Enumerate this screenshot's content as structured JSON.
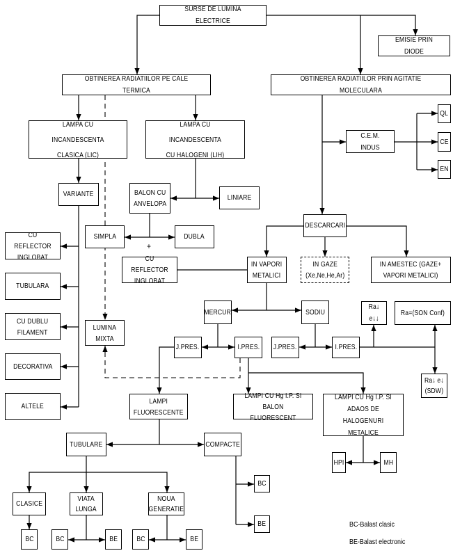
{
  "title": "SURSE DE LUMINA ELECTRICE",
  "nodes": {
    "root": "SURSE DE LUMINA ELECTRICE",
    "diode": "EMISIE PRIN DIODE",
    "thermal": "OBTINEREA RADIATIILOR PE CALE TERMICA",
    "molecular": "OBTINEREA RADIATIILOR PRIN AGITATIE MOLECULARA",
    "lic": "LAMPA CU INCANDESCENTA\nCLASICA (LIC)",
    "lih": "LAMPA CU INCANDESCENTA\nCU HALOGENI (LIH)",
    "variante": "VARIANTE",
    "balon": "BALON CU\nANVELOPA",
    "liniare": "LINIARE",
    "simpla": "SIMPLA",
    "dubla": "DUBLA",
    "plus": "+",
    "reflector_mid": "CU REFLECTOR\nINGLOBAT",
    "reflector_left": "CU REFLECTOR\nINGLOBAT",
    "tubulara": "TUBULARA",
    "dublu_filament": "CU DUBLU\nFILAMENT",
    "decorativa": "DECORATIVA",
    "altele": "ALTELE",
    "lumina_mixta": "LUMINA\nMIXTA",
    "cem": "C.E.M. INDUS",
    "ql": "QL",
    "ce": "CE",
    "en": "EN",
    "descarcari": "DESCARCARI",
    "vapori": "IN VAPORI\nMETALICI",
    "gaze": "IN GAZE\n(Xe,Ne,He,Ar)",
    "amestec": "IN AMESTEC (GAZE+\nVAPORI METALICI)",
    "mercur": "MERCUR",
    "sodiu": "SODIU",
    "ra_low_eff": "Ra↓ e↓↓",
    "ra_son": "Ra=(SON Conf)",
    "hg_jpres": "J.PRES.",
    "hg_ipres": "I.PRES.",
    "na_jpres": "J.PRES.",
    "na_ipres": "I.PRES.",
    "ra_sdw": "Ra↓ e↓\n(SDW)",
    "fluorescente": "LAMPI\nFLUORESCENTE",
    "hg_balon": "LAMPI CU Hg I.P. SI\nBALON FLUORESCENT",
    "hg_halogenuri": "LAMPI CU Hg I.P. SI\nADAOS DE HALOGENURI\nMETALICE",
    "tubulare": "TUBULARE",
    "compacte": "COMPACTE",
    "clasice": "CLASICE",
    "viata_lunga": "VIATA\nLUNGA",
    "noua_generatie": "NOUA\nGENERATIE",
    "hpi": "HPI",
    "mh": "MH",
    "compacte_bc": "BC",
    "compacte_be": "BE",
    "clasice_bc": "BC",
    "viata_bc": "BC",
    "viata_be": "BE",
    "noua_bc": "BC",
    "noua_be": "BE"
  },
  "legend": {
    "bc": "BC-Balast clasic",
    "be": "BE-Balast electronic"
  }
}
